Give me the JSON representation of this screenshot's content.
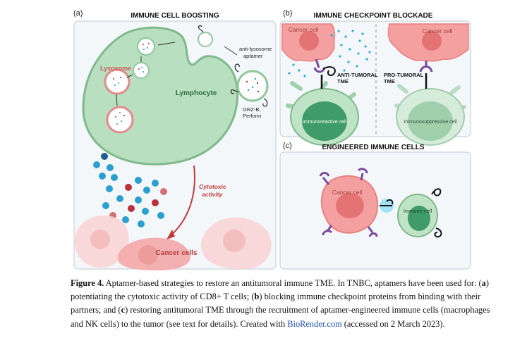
{
  "figure": {
    "panel_a": {
      "letter": "(a)",
      "title": "IMMUNE CELL BOOSTING",
      "lymphocyte": "Lymphocyte",
      "lysosome": "Lysosome",
      "anti_lysosome_1": "anti-lysosome",
      "anti_lysosome_2": "aptamer",
      "granule_1": "GRZ-B,",
      "granule_2": "Perforin",
      "cytotoxic_1": "Cytotoxic",
      "cytotoxic_2": "activity",
      "cancer_cells": "Cancer cells"
    },
    "panel_b": {
      "letter": "(b)",
      "title": "IMMUNE CHECKPOINT BLOCKADE",
      "cancer_left": "Cancer cell",
      "cancer_right": "Cancer cell",
      "anti_1": "ANTI-TUMORAL",
      "anti_2": "TME",
      "pro_1": "PRO-TUMORAL",
      "pro_2": "TME",
      "immunoreactive": "Immunoreactive cell",
      "immunosuppressive": "Immunosuppressive cell"
    },
    "panel_c": {
      "letter": "(c)",
      "title": "ENGINEERED IMMUNE CELLS",
      "cancer": "Cancer cell",
      "immune": "Immune cell"
    }
  },
  "caption": {
    "label": "Figure 4.",
    "p1": " Aptamer-based strategies to restore an antitumoral immune TME. In TNBC, aptamers have been used for: (",
    "a": "a",
    "p2": ") potentiating the cytotoxic activity of CD8+ T cells; (",
    "b": "b",
    "p3": ") blocking immune checkpoint proteins from binding with their partners; and (",
    "c": "c",
    "p4": ") restoring antitumoral TME through the recruitment of aptamer-engineered immune cells (macrophages and NK cells) to the tumor (see text for details). Created with ",
    "link": "BioRender.com",
    "p5": " (accessed on 2 March 2023)."
  },
  "colors": {
    "lymphocyte_fill": "#b7dfc0",
    "lymphocyte_stroke": "#7fb98d",
    "cancer_fill": "#f4a0a0",
    "cancer_core": "#e06c6c",
    "immune_fill": "#9fcfab",
    "immune_core": "#3f9c6a",
    "aptamer_purple": "#7a4a9c",
    "dot_blue": "#2b9fd0",
    "dot_red": "#b8303c",
    "cytotoxic_red": "#c23a3a",
    "panel_border": "#c9d3db",
    "panel_bg": "#f4f7fa",
    "link_blue": "#1f4fb4"
  }
}
